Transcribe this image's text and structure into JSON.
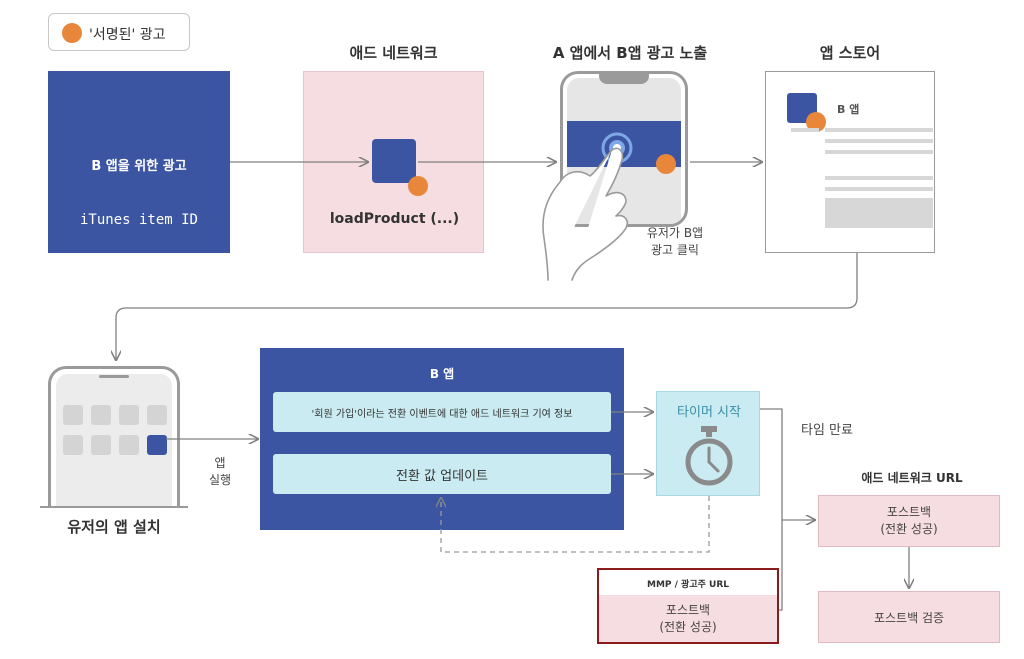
{
  "legend": {
    "label": "'서명된' 광고"
  },
  "top_row": {
    "ad_box": {
      "title": "B 앱을 위한 광고",
      "id_text": "iTunes item ID"
    },
    "ad_network": {
      "title": "애드 네트워크",
      "call": "loadProduct (...)"
    },
    "phone_a": {
      "title": "A 앱에서 B앱 광고 노출",
      "caption_1": "유저가 B앱",
      "caption_2": "광고 클릭"
    },
    "app_store": {
      "title": "앱 스토어",
      "app_name": "B 앱"
    }
  },
  "bottom_row": {
    "install": {
      "label": "유저의 앱 설치",
      "run_1": "앱",
      "run_2": "실행"
    },
    "app_b": {
      "title": "B 앱",
      "attribution": "'회원 가입'이라는 전환 이벤트에 대한 애드 네트워크 기여 정보",
      "update": "전환 값 업데이트"
    },
    "timer": {
      "label": "타이머 시작",
      "expiry": "타임 만료"
    },
    "mmp": {
      "header": "MMP / 광고주 URL",
      "postback_1": "포스트백",
      "postback_2": "(전환 성공)"
    },
    "network_url": {
      "title": "애드 네트워크 URL",
      "postback_1": "포스트백",
      "postback_2": "(전환 성공)",
      "verify": "포스트백 검증"
    }
  },
  "colors": {
    "navy": "#3b55a2",
    "orange": "#e8873a",
    "pink": "#f6dde2",
    "light_cyan": "#c9ebf1",
    "dark_red": "#8b1c1c",
    "gray_line": "#808080"
  }
}
